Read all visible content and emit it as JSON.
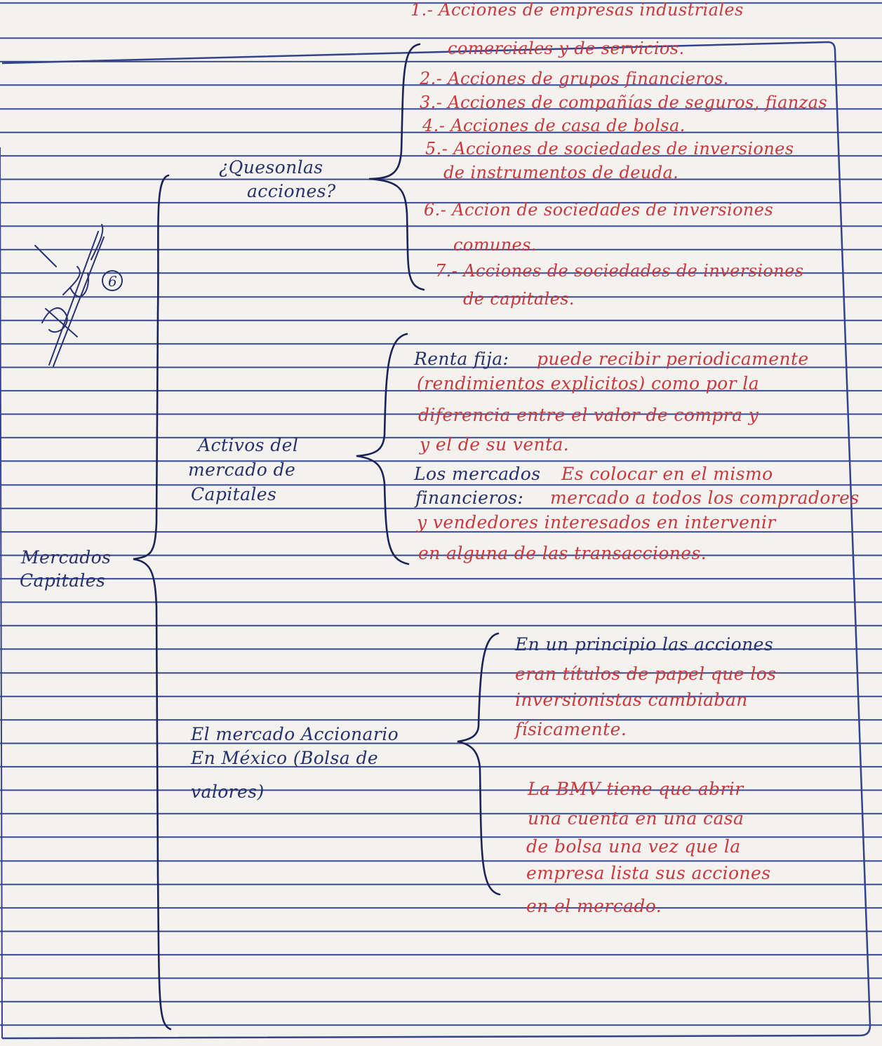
{
  "root": {
    "label_line1": "Mercados",
    "label_line2": "Capitales"
  },
  "section_acciones": {
    "heading_line1": "¿Quesonlas",
    "heading_line2": "acciones?",
    "items": [
      [
        "1.- Acciones de empresas industriales",
        "comerciales y de servicios."
      ],
      [
        "2.- Acciones de grupos financieros."
      ],
      [
        "3.- Acciones de compañías de seguros, fianzas"
      ],
      [
        "4.- Acciones de casa de bolsa."
      ],
      [
        "5.- Acciones de sociedades de inversiones",
        "de instrumentos de deuda."
      ],
      [
        "6.- Accion de sociedades de inversiones",
        "comunes."
      ],
      [
        "7.- Acciones de sociedades de inversiones",
        "de capitales."
      ]
    ]
  },
  "section_activos": {
    "heading_line1": "Activos del",
    "heading_line2": "mercado de",
    "heading_line3": "Capitales",
    "renta_fija": {
      "term": "Renta fija:",
      "def_line1": "puede recibir periodicamente",
      "line2": "(rendimientos explicitos) como por la",
      "line3": "diferencia entre el valor de compra y",
      "line4": "y el de su venta."
    },
    "mercados": {
      "term_line1": "Los mercados",
      "term_line2": "financieros:",
      "def_line1": "Es colocar en el mismo",
      "def_line2": "mercado a todos los compradores",
      "line3": "y vendedores interesados en intervenir",
      "line4": "en alguna de las transacciones."
    }
  },
  "section_bmv": {
    "heading_line1": "El mercado Accionario",
    "heading_line2": "En México (Bolsa de",
    "heading_line3": "valores)",
    "para1": [
      "En un principio las acciones",
      "eran títulos de papel que los",
      "inversionistas cambiaban",
      "físicamente."
    ],
    "para2": [
      "La BMV tiene que abrir",
      "una cuenta en una casa",
      "de bolsa una vez que la",
      "empresa lista sus acciones",
      "en el mercado."
    ]
  },
  "signature": {
    "grade_mark": "6"
  },
  "ink_colors": {
    "red": "#c8383f",
    "blue": "#26306a",
    "rule_lines": "#3a4a92"
  }
}
